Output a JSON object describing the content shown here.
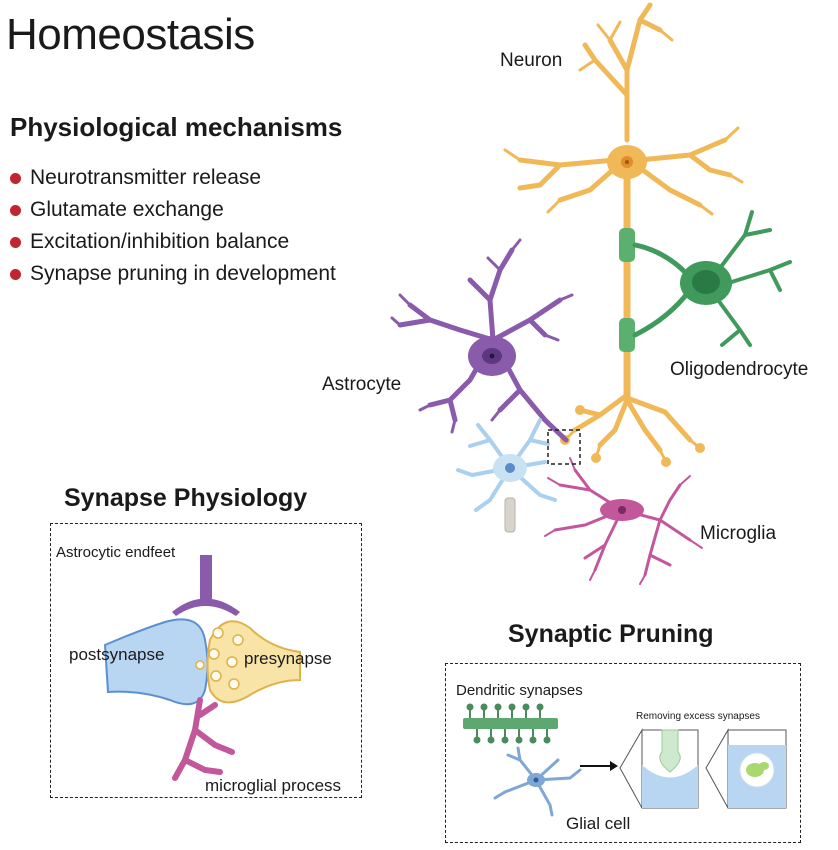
{
  "title": "Homeostasis",
  "mechanisms": {
    "heading": "Physiological mechanisms",
    "items": [
      "Neurotransmitter release",
      "Glutamate exchange",
      "Excitation/inhibition balance",
      "Synapse pruning in development"
    ],
    "bullet_color": "#c0262d"
  },
  "cells": {
    "neuron": "Neuron",
    "oligodendrocyte": "Oligodendrocyte",
    "astrocyte": "Astrocyte",
    "microglia": "Microglia"
  },
  "colors": {
    "neuron": "#f0b856",
    "oligodendrocyte": "#3f9a5c",
    "astrocyte": "#8a5aab",
    "microglia": "#c2579c",
    "glial": "#7fa7d6",
    "postsynapse": "#9dc3e8",
    "presynapse": "#f6dc8a"
  },
  "synapse_physiology": {
    "heading": "Synapse Physiology",
    "endfeet_label": "Astrocytic endfeet",
    "postsynapse_label": "postsynapse",
    "presynapse_label": "presynapse",
    "microglial_label": "microglial process"
  },
  "synaptic_pruning": {
    "heading": "Synaptic Pruning",
    "dendritic_label": "Dendritic synapses",
    "removing_label": "Removing excess synapses",
    "glial_label": "Glial cell"
  }
}
